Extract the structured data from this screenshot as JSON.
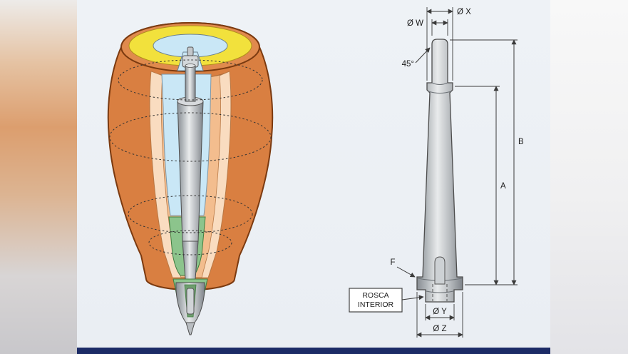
{
  "figures": {
    "cutaway": {
      "description": "3D cutaway of ladle shroud nozzle with inner stopper rod"
    },
    "dimension": {
      "labels": {
        "dia_x": "Ø X",
        "dia_w": "Ø W",
        "angle": "45°",
        "height_b": "B",
        "height_a": "A",
        "f": "F",
        "thread_line1": "ROSCA",
        "thread_line2": "INTERIOR",
        "dia_y": "Ø Y",
        "dia_z": "Ø Z"
      }
    }
  },
  "colors": {
    "copper": "#d97f41",
    "copper_top": "#e08a4d",
    "cut_face": "#f3bd8e",
    "cut_face_light": "#f9dcc0",
    "yellow": "#f2e13c",
    "cavity_blue": "#c9e7f6",
    "seat_green": "#8cc48c",
    "steel": "#b9bdc1",
    "line": "#3a3a3a",
    "panel_bg": "#edf1f5",
    "footer_navy": "#1c2b66"
  }
}
